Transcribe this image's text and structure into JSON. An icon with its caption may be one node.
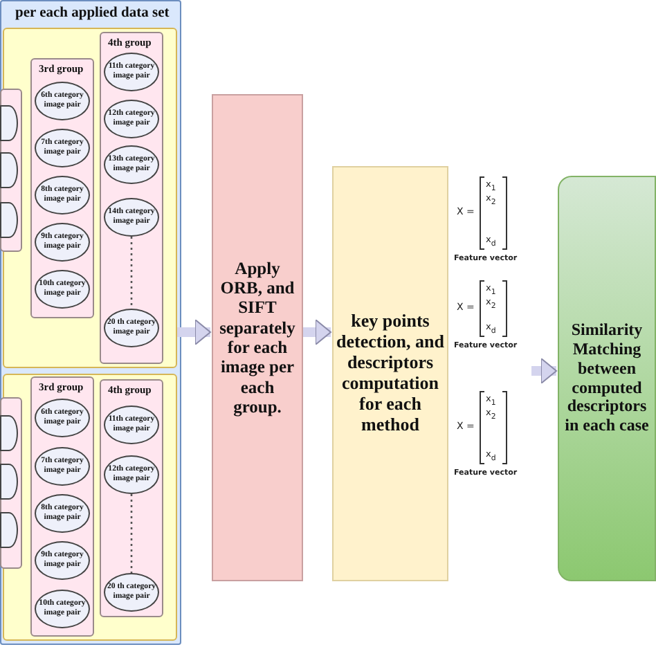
{
  "diagram": {
    "nodes": [
      {
        "text": [
          "per each applied data set"
        ]
      },
      {
        "text": [],
        "shape": "box",
        "in": 0
      },
      {
        "text": [],
        "shape": "box",
        "in": 1
      },
      {
        "text": [],
        "shape": "ellipse",
        "in": 2
      },
      {
        "text": [],
        "shape": "ellipse",
        "in": 2
      },
      {
        "text": [],
        "shape": "ellipse",
        "in": 2
      },
      {
        "text": [
          "3rd group"
        ],
        "in": 1
      },
      {
        "text": [
          "6th category image pair"
        ],
        "in": 6
      },
      {
        "text": [
          "7th category image pair"
        ],
        "in": 6
      },
      {
        "text": [
          "8th category image pair"
        ],
        "in": 6
      },
      {
        "text": [
          "9th category image pair"
        ],
        "in": 6
      },
      {
        "text": [
          "10th category image pair"
        ],
        "in": 6
      },
      {
        "text": [
          "4th group"
        ],
        "in": 1
      },
      {
        "text": [
          "11th category image pair"
        ],
        "in": 12
      },
      {
        "text": [
          "12th category image pair"
        ],
        "in": 12
      },
      {
        "text": [
          "13th category image pair"
        ],
        "in": 12
      },
      {
        "text": [
          "14th category image pair"
        ],
        "in": 12
      },
      {
        "text": [
          "20 th category image pair"
        ],
        "in": 12
      },
      {
        "text": [],
        "shape": "box",
        "in": 0
      },
      {
        "text": [],
        "shape": "box",
        "in": 18
      },
      {
        "text": [],
        "shape": "ellipse",
        "in": 19
      },
      {
        "text": [],
        "shape": "ellipse",
        "in": 19
      },
      {
        "text": [],
        "shape": "ellipse",
        "in": 19
      },
      {
        "text": [
          "3rd group"
        ],
        "in": 18
      },
      {
        "text": [
          "6th category image pair"
        ],
        "in": 23
      },
      {
        "text": [
          "7th category image pair"
        ],
        "in": 23
      },
      {
        "text": [
          "8th category image pair"
        ],
        "in": 23
      },
      {
        "text": [
          "9th category image pair"
        ],
        "in": 23
      },
      {
        "text": [
          "10th category image pair"
        ],
        "in": 23
      },
      {
        "text": [
          "4th group"
        ],
        "in": 18
      },
      {
        "text": [
          "11th category image pair"
        ],
        "in": 29
      },
      {
        "text": [
          "12th category image pair"
        ],
        "in": 29
      },
      {
        "text": [
          "20 th category image pair"
        ],
        "in": 29
      },
      {
        "text": [
          "Apply ORB, and SIFT separately for each image per each group."
        ]
      },
      {
        "text": [
          "key points detection, and descriptors computation for each method"
        ]
      },
      {
        "text": [
          "Similarity Matching between computed descriptors in each case"
        ]
      }
    ],
    "edges": [
      {
        "from": 1,
        "to": 33,
        "arrow": "to"
      },
      {
        "from": 33,
        "to": 34,
        "arrow": "to"
      },
      {
        "from": null,
        "to": 35,
        "arrow": "to"
      },
      {
        "from": 16,
        "to": 17,
        "arrow": "none",
        "style": "dashed",
        "color": "#555555"
      },
      {
        "from": 31,
        "to": 32,
        "arrow": "none",
        "style": "dashed",
        "color": "#555555"
      }
    ],
    "labels": [
      "X =",
      "x$_{1}$",
      "x$_{2}$",
      "x$_{d}$",
      "Feature vector",
      "X =",
      "x$_{1}$",
      "x$_{2}$",
      "x$_{d}$",
      "Feature vector",
      "X =",
      "x$_{1}$",
      "x$_{2}$",
      "x$_{d}$",
      "Feature vector"
    ]
  }
}
